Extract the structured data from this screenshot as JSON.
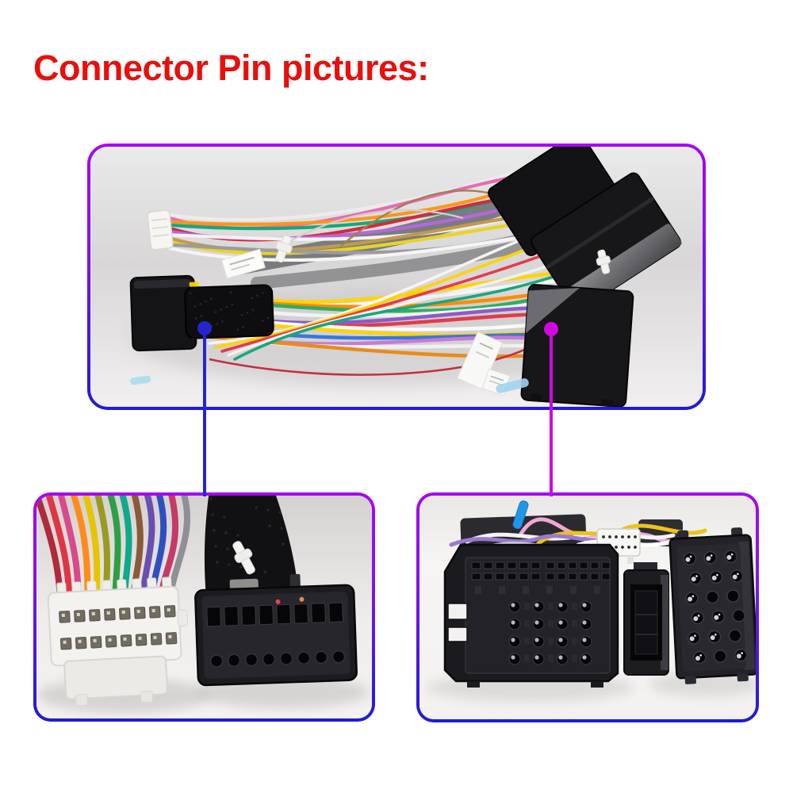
{
  "title": {
    "text": "Connector Pin pictures:",
    "color": "#e8100c"
  },
  "theme": {
    "page_background": "#ffffff",
    "panel_border_top": "#a607f0",
    "panel_border_bottom": "#1c1cd8",
    "photo_background_main": "#dcdada",
    "photo_background_detail": "#f4f2f0"
  },
  "callouts": {
    "left": {
      "color": "#2525cd"
    },
    "right": {
      "color": "#cf08de"
    }
  },
  "wire_palettes": {
    "main_upper": [
      "#ececec",
      "#e86ab4",
      "#ff9518",
      "#15a87c",
      "#d42a3c",
      "#b06ad8",
      "#f2f2f2",
      "#c09a50",
      "#e8d421",
      "#9b9ba3",
      "#f5f5f5"
    ],
    "main_lower": [
      "#ffd400",
      "#f5f5f5",
      "#ff8c00",
      "#2fae60",
      "#f2f2f2",
      "#8a5cc8",
      "#e23b4e",
      "#fafafa",
      "#ffd400",
      "#3a77d8",
      "#c97ad4",
      "#f0f0f0",
      "#e88c1a"
    ],
    "main_cross": [
      "#f5f5f5",
      "#ffd400",
      "#e23b4e",
      "#f0f0f0",
      "#15a87c"
    ],
    "connector_stubs": [
      "#ffd400",
      "#ff8c00",
      "#2fae60",
      "#15a87c",
      "#3a77d8",
      "#8a5cc8",
      "#e23b4e"
    ],
    "detail_left": [
      "#b02a3a",
      "#e03545",
      "#d84a8a",
      "#ff8c1a",
      "#e6c400",
      "#9a9a20",
      "#2f9e44",
      "#10a98a",
      "#8a5a3a",
      "#6a4fb0",
      "#2d4fc0",
      "#c43b68",
      "#8f8f96"
    ],
    "detail_right": [
      "#f0a8d4",
      "#f4f4f4",
      "#eec21c",
      "#9a7ad0",
      "#ffffff",
      "#cfcfcf"
    ]
  },
  "bmw_pin_map": [
    1,
    1,
    1,
    1,
    1,
    1,
    1,
    0,
    0,
    1,
    1,
    0,
    1,
    1,
    0,
    1,
    0,
    1
  ]
}
